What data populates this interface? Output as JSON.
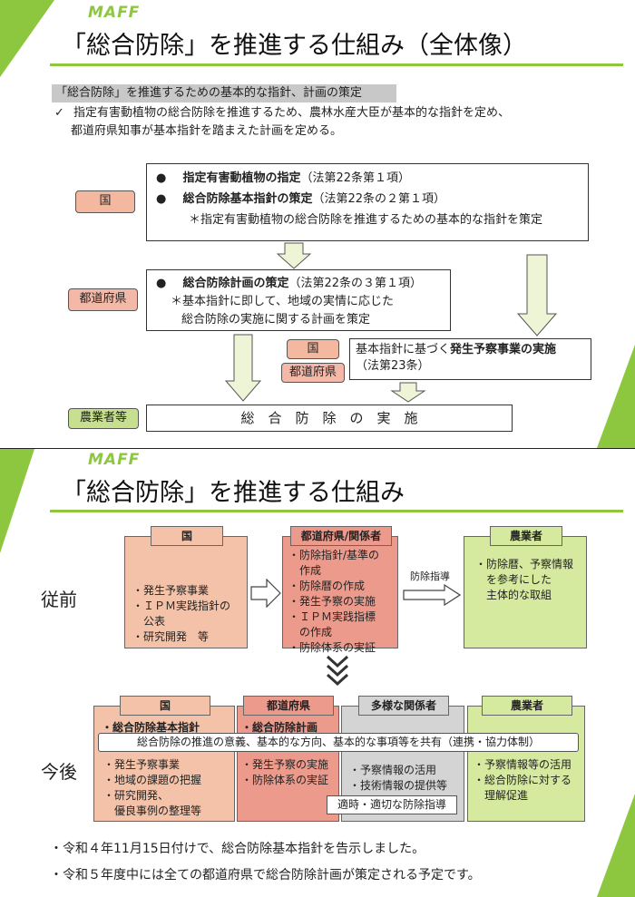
{
  "slide1": {
    "logo": "MAFF",
    "title": "「総合防除」を推進する仕組み（全体像）",
    "section_heading": "「総合防除」を推進するための基本的な指針、計画の策定",
    "check_mark": "✓",
    "intro_line1": "指定有害動植物の総合防除を推進するため、農林水産大臣が基本的な指針を定め、",
    "intro_line2": "都道府県知事が基本指針を踏まえた計画を定める。",
    "kuni_label": "国",
    "kuni_item1_bold": "指定有害動植物の指定",
    "kuni_item1_ref": "（法第22条第１項）",
    "kuni_item2_bold": "総合防除基本指針の策定",
    "kuni_item2_ref": "（法第22条の２第１項）",
    "kuni_note": "＊指定有害動植物の総合防除を推進するための基本的な指針を策定",
    "pref_label": "都道府県",
    "pref_item_bold": "総合防除計画の策定",
    "pref_item_ref": "（法第22条の３第１項）",
    "pref_note1": "＊基本指針に即して、地域の実情に応じた",
    "pref_note2": "総合防除の実施に関する計画を策定",
    "small_kuni": "国",
    "small_pref": "都道府県",
    "forecast_text1": "基本指針に基づく",
    "forecast_bold": "発生予察事業の実施",
    "forecast_text2": "（法第23条）",
    "farmer_label": "農業者等",
    "implementation": "総　合　防　除　の　実　施",
    "bullet": "●"
  },
  "slide2": {
    "logo": "MAFF",
    "title": "「総合防除」を推進する仕組み",
    "before_label": "従前",
    "after_label": "今後",
    "before": {
      "kuni_header": "国",
      "kuni_items": [
        "・発生予察事業",
        "・ＩＰＭ実践指針の",
        "　公表",
        "・研究開発　等"
      ],
      "pref_header": "都道府県/関係者",
      "pref_items": [
        "・防除指針/基準の",
        "　作成",
        "・防除暦の作成",
        "・発生予察の実施",
        "・ＩＰＭ実践指標",
        "　の作成",
        "・防除体系の実証"
      ],
      "guide_label": "防除指導",
      "farmer_header": "農業者",
      "farmer_items": [
        "・防除暦、予察情報",
        "　を参考にした",
        "　主体的な取組"
      ]
    },
    "after": {
      "kuni_header": "国",
      "kuni_top": "・総合防除基本指針",
      "kuni_items": [
        "・発生予察事業",
        "・地域の課題の把握",
        "・研究開発、",
        "　優良事例の整理等"
      ],
      "pref_header": "都道府県",
      "pref_top": "・総合防除計画",
      "pref_items": [
        "・発生予察の実施",
        "・防除体系の実証"
      ],
      "stake_header": "多様な関係者",
      "stake_items": [
        "・予察情報の活用",
        "・技術情報の提供等"
      ],
      "farmer_header": "農業者",
      "farmer_items": [
        "・予察情報等の活用",
        "・総合防除に対する",
        "　理解促進"
      ],
      "shared_banner": "総合防除の推進の意義、基本的な方向、基本的な事項等を共有（連携・協力体制）",
      "guide_banner": "適時・適切な防除指導"
    }
  },
  "notes": [
    "・令和４年11月15日付けで、総合防除基本指針を告示しました。",
    "・令和５年度中には全ての都道府県で総合防除計画が策定される予定です。"
  ],
  "colors": {
    "brand_green": "#8dc63f",
    "kuni_fill": "#f4c2a8",
    "pref_fill": "#ec9a8c",
    "farmer_fill": "#d6ea9f",
    "stake_fill": "#d4d4d4",
    "arrow_fill": "#eef5d6"
  }
}
